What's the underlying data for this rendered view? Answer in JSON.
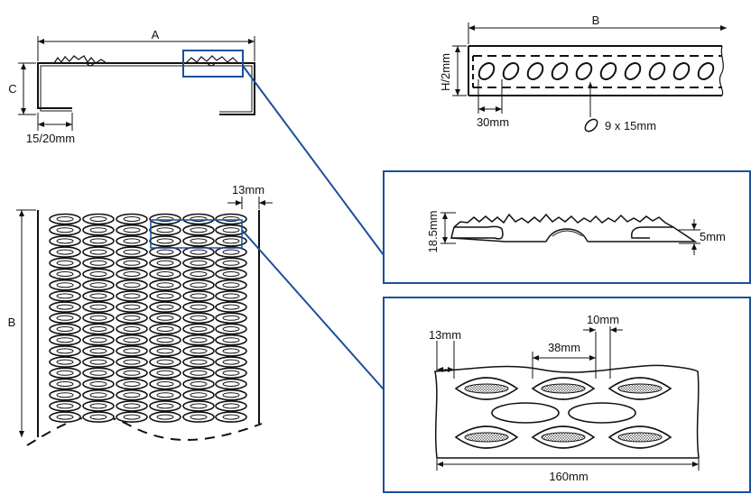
{
  "labels": {
    "a": "A",
    "b_top": "B",
    "b_side": "B",
    "c": "C",
    "flange": "15/20mm",
    "height": "H/2mm",
    "pitch": "30mm",
    "slot": "9 x 15mm",
    "grid_width": "13mm",
    "height_detail": "18.5mm",
    "tooth": "5mm",
    "d13": "13mm",
    "d10": "10mm",
    "d38": "38mm",
    "d160": "160mm"
  },
  "colors": {
    "callout": "#1a4f9c",
    "line": "#111111"
  }
}
